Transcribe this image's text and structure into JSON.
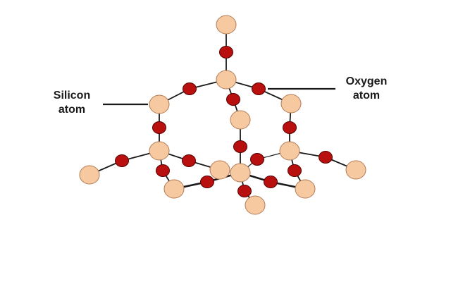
{
  "labels": {
    "silicon": {
      "line1": "Silicon",
      "line2": "atom"
    },
    "oxygen": {
      "line1": "Oxygen",
      "line2": "atom"
    }
  },
  "colors": {
    "silicon_fill": "#F7C9A0",
    "silicon_stroke": "#B07A55",
    "oxygen_fill": "#B80F0F",
    "oxygen_stroke": "#5A0000",
    "bond": "#1A1A1A",
    "background": "#FFFFFF"
  }
}
